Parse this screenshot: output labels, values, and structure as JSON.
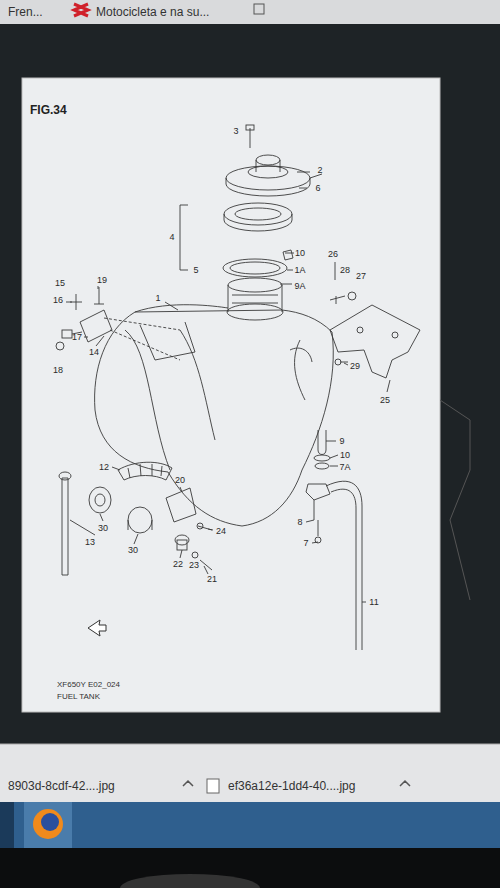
{
  "diagram": {
    "title": "FIG.34",
    "caption": "FUEL TANK",
    "labels": [
      "Fren...",
      "Motocicleta e na su...",
      "3",
      "2",
      "6",
      "4",
      "5",
      "10",
      "1A",
      "9A",
      "26",
      "28",
      "27",
      "1",
      "15",
      "19",
      "16",
      "17",
      "14",
      "18",
      "25",
      "29",
      "9",
      "10",
      "7A",
      "12",
      "20",
      "8",
      "7",
      "24",
      "30",
      "13",
      "30",
      "22",
      "23",
      "21",
      "11",
      "XF650Y E02_024",
      "8903d-8cdf-42....jpg",
      "ef36a12e-1dd4-40....jpg"
    ]
  }
}
